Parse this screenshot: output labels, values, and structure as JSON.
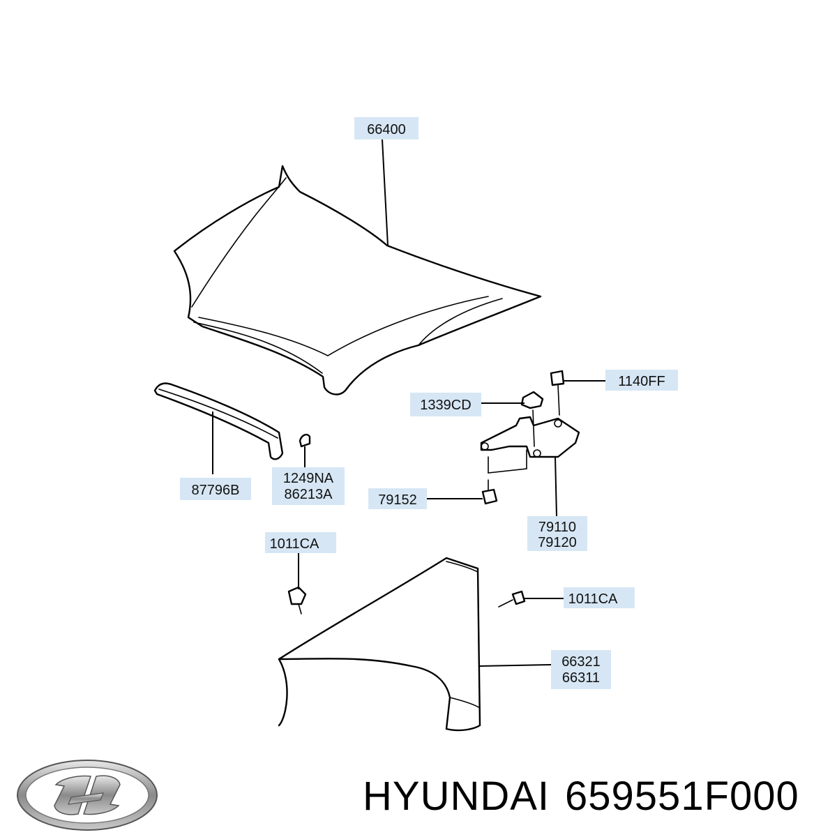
{
  "callouts": {
    "hood": "66400",
    "hood_bolt": "1140FF",
    "hinge_nut": "1339CD",
    "weatherstrip": "87796B",
    "clip_1": "1249NA",
    "clip_2": "86213A",
    "hinge_bolt": "79152",
    "hinge_1": "79110",
    "hinge_2": "79120",
    "fender_bolt_top": "1011CA",
    "fender_bolt_side": "1011CA",
    "fender_1": "66321",
    "fender_2": "66311"
  },
  "brand": {
    "name": "HYUNDAI",
    "part_number": "659551F000"
  },
  "colors": {
    "callout_fill": "#d6e6f4",
    "line": "#000000"
  },
  "icons": {
    "logo": "hyundai-logo-icon"
  }
}
